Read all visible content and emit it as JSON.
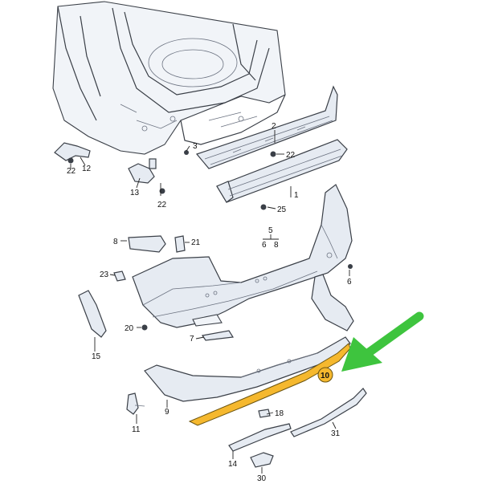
{
  "diagram": {
    "highlight_color": "#f5b82e",
    "arrow_color": "#3ec43e",
    "labels": {
      "p1": "1",
      "p2": "2",
      "p3": "3",
      "p5": "5",
      "p6a": "6",
      "p6b": "6",
      "p7": "7",
      "p8a": "8",
      "p8b": "8",
      "p9": "9",
      "p10": "10",
      "p11": "11",
      "p12": "12",
      "p13": "13",
      "p14": "14",
      "p15": "15",
      "p18": "18",
      "p20": "20",
      "p21": "21",
      "p22a": "22",
      "p22b": "22",
      "p22c": "22",
      "p23": "23",
      "p25": "25",
      "p30": "30",
      "p31": "31"
    }
  }
}
